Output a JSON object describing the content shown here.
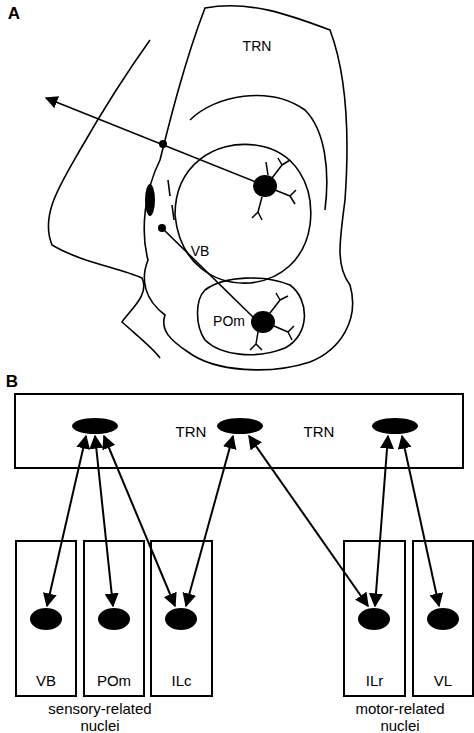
{
  "diagram": {
    "nodes": [
      {
        "text": [
          "TRN",
          "TRN"
        ]
      },
      {
        "text": [
          "VB"
        ]
      },
      {
        "text": [
          "POm"
        ]
      },
      {
        "text": [
          "ILc"
        ]
      },
      {
        "text": [
          "ILr"
        ]
      },
      {
        "text": [
          "VL"
        ]
      }
    ],
    "edges": [
      {
        "from": 0,
        "to": 1,
        "arrow": "both"
      },
      {
        "from": 0,
        "to": 2,
        "arrow": "both"
      },
      {
        "from": 0,
        "to": 3,
        "arrow": "both"
      },
      {
        "from": 0,
        "to": 3,
        "arrow": "both"
      },
      {
        "from": 0,
        "to": 4,
        "arrow": "both"
      },
      {
        "from": 0,
        "to": 4,
        "arrow": "both"
      },
      {
        "from": 0,
        "to": 5,
        "arrow": "both"
      }
    ],
    "labels": [
      "A",
      "TRN",
      "VB",
      "POm",
      "B",
      "sensory-related nuclei",
      "motor-related nuclei"
    ]
  }
}
